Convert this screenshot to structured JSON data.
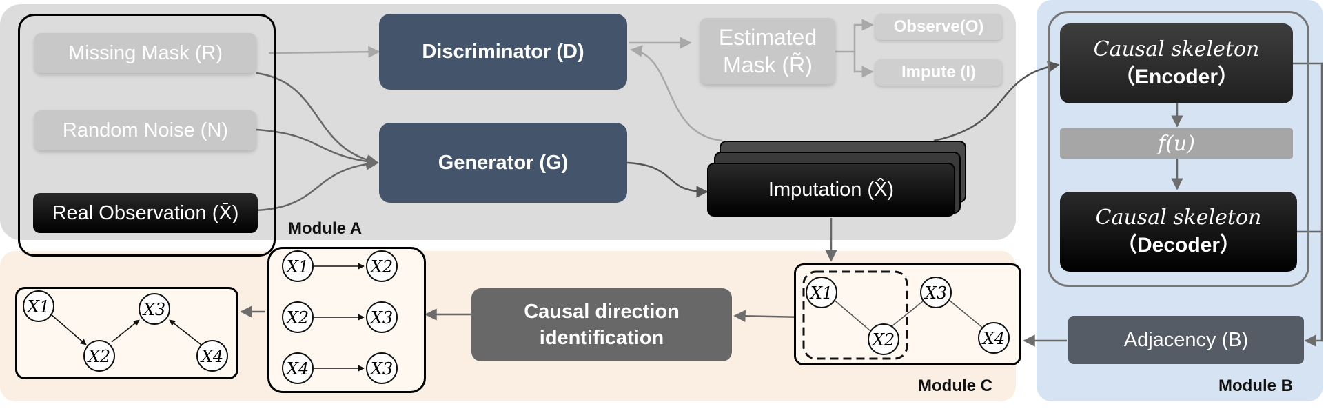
{
  "module_a": {
    "label": "Module A",
    "inputs": {
      "missing_mask": "Missing Mask (R)",
      "random_noise": "Random Noise (N)",
      "real_observation": "Real Observation (X̄)"
    },
    "discriminator": "Discriminator (D)",
    "generator": "Generator (G)",
    "estimated_mask_line1": "Estimated",
    "estimated_mask_line2": "Mask (R̃)",
    "observe": "Observe(O)",
    "impute": "Impute (I)",
    "imputation": "Imputation (X̂)"
  },
  "module_b": {
    "label": "Module B",
    "encoder_line1": "Causal skeleton",
    "encoder_line2": "（Encoder）",
    "fu": "f(u)",
    "decoder_line1": "Causal skeleton",
    "decoder_line2": "（Decoder）",
    "adjacency": "Adjacency (B)"
  },
  "module_c": {
    "label": "Module C",
    "causal_direction_line1": "Causal direction",
    "causal_direction_line2": "identification",
    "nodes": {
      "x1": "X1",
      "x2": "X2",
      "x3": "X3",
      "x4": "X4"
    }
  }
}
